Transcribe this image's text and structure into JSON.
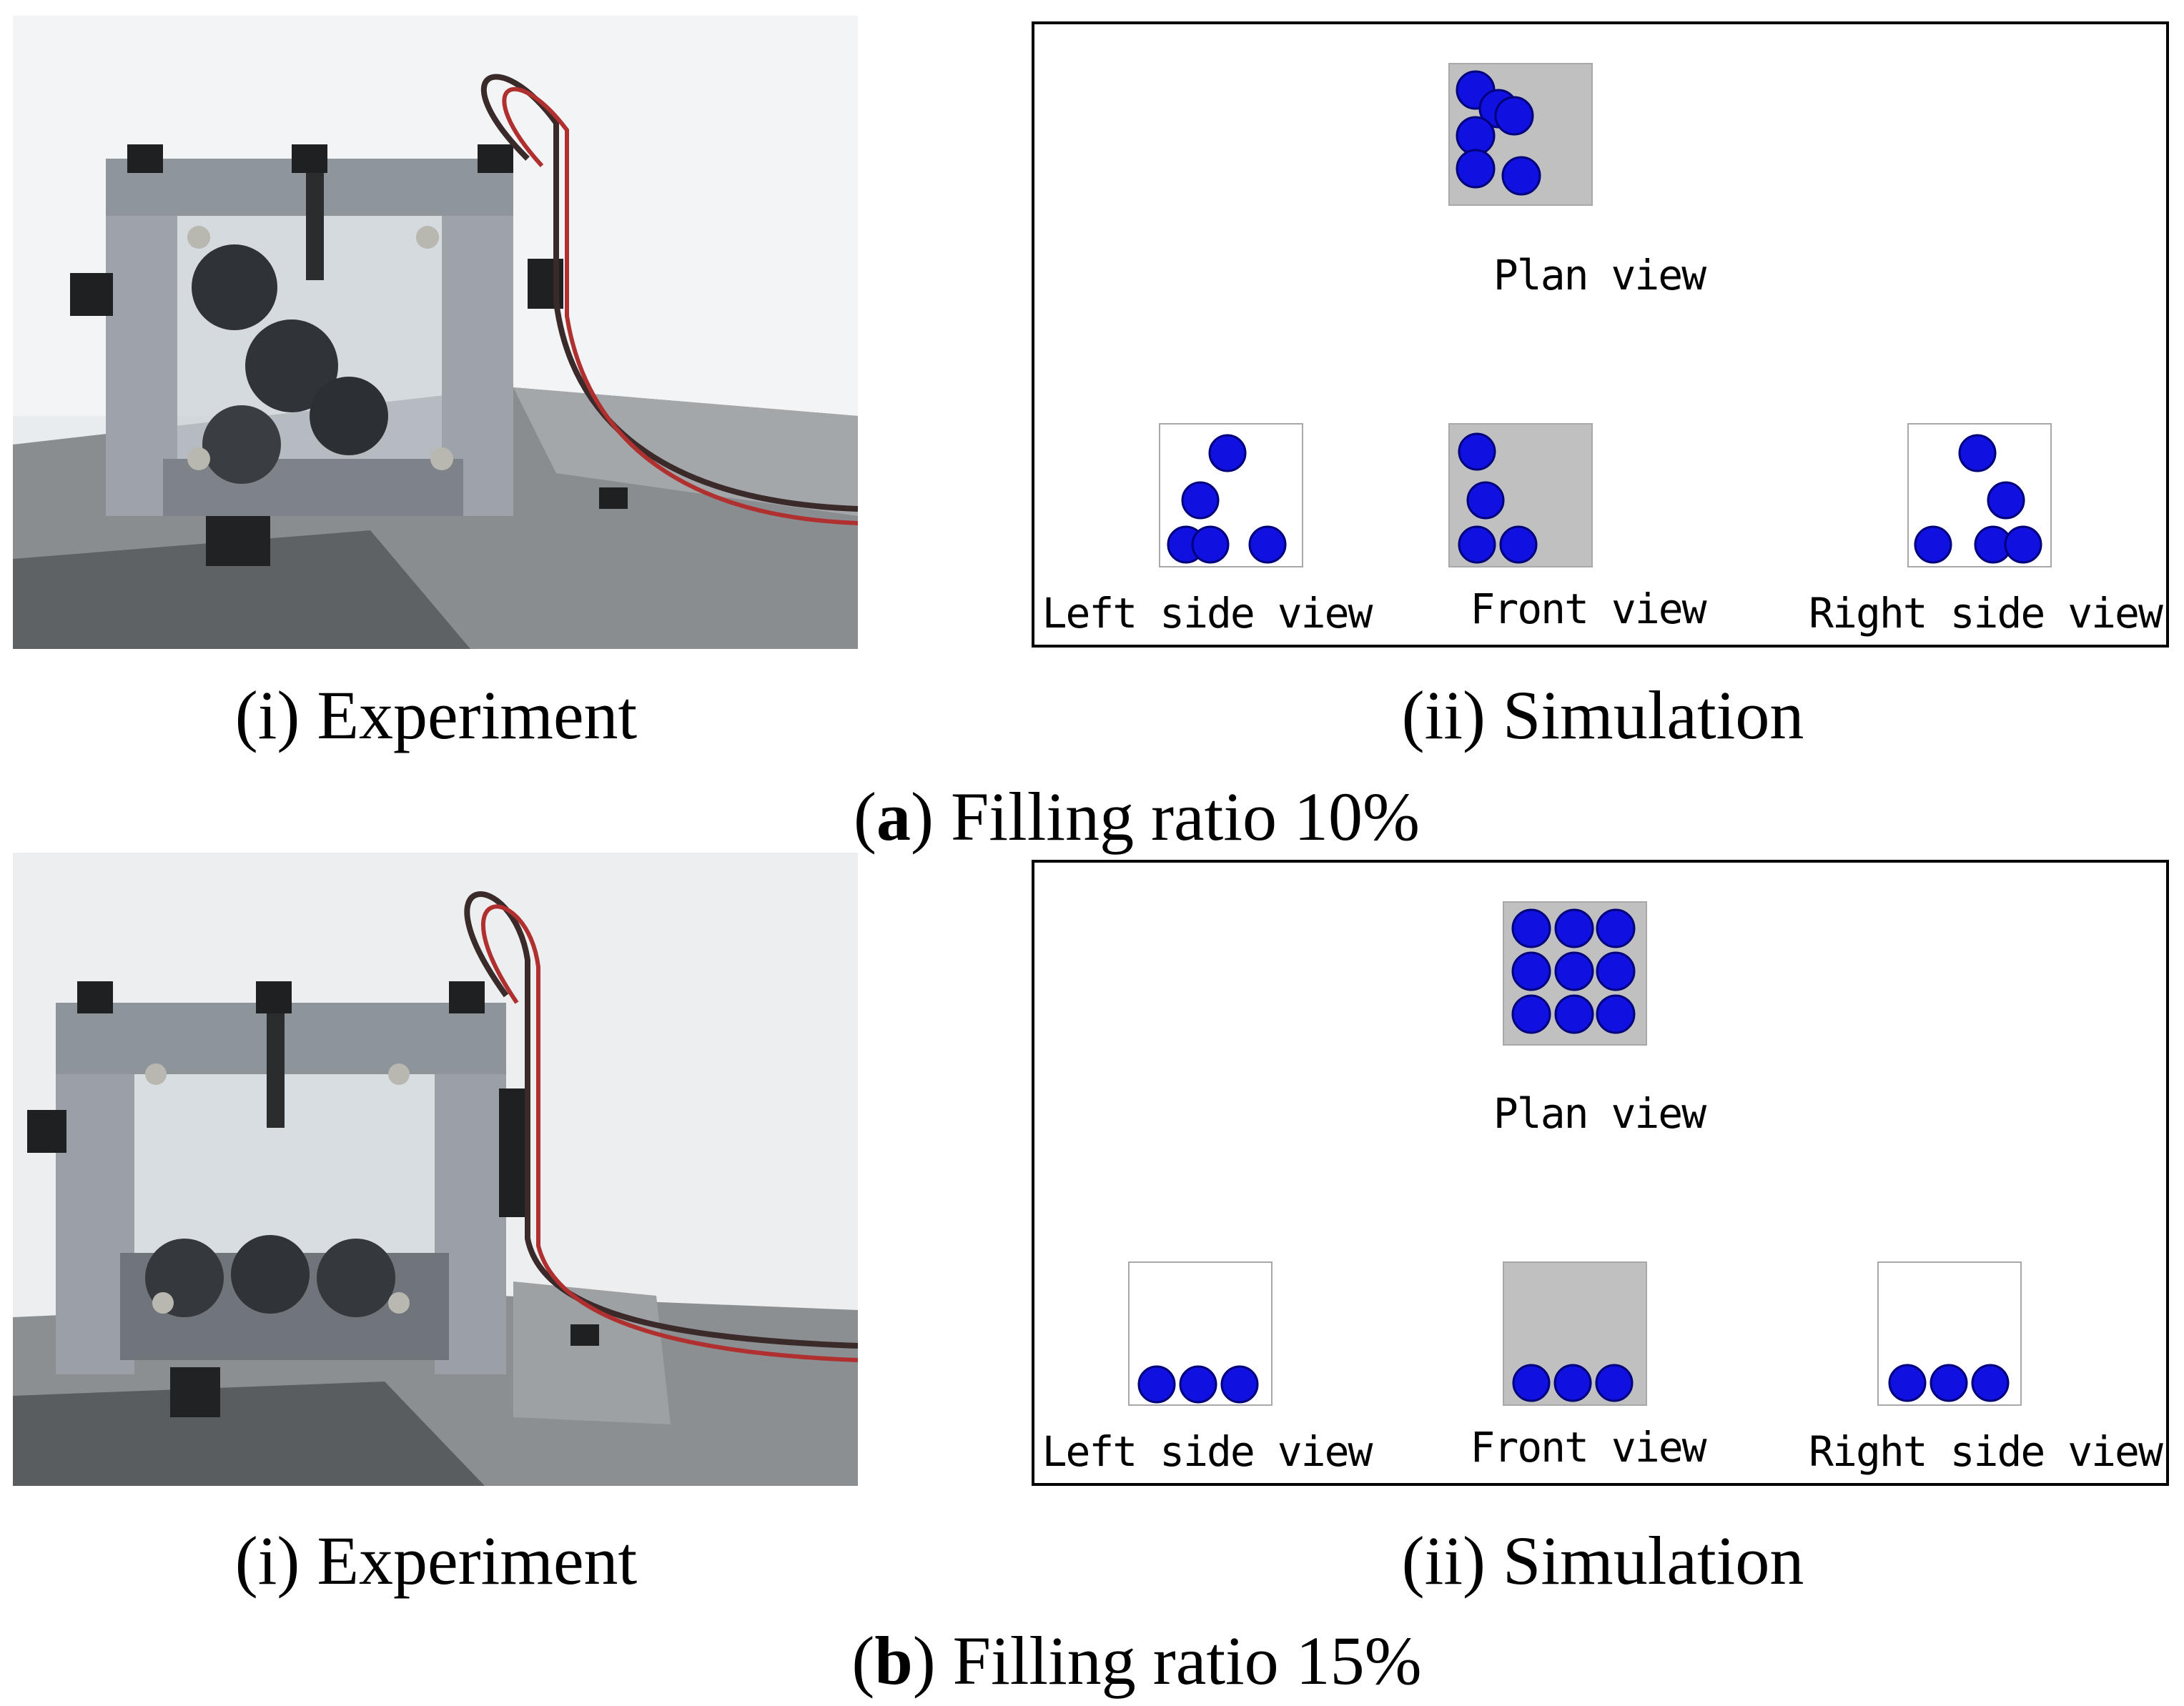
{
  "panels": [
    {
      "sub_experiment": "(i) Experiment",
      "sub_simulation": "(ii) Simulation",
      "letter": "a",
      "caption_rest": ") Filling ratio 10%",
      "views": {
        "plan": "Plan view",
        "left": "Left side view",
        "front": "Front view",
        "right": "Right side view"
      }
    },
    {
      "sub_experiment": "(i) Experiment",
      "sub_simulation": "(ii) Simulation",
      "letter": "b",
      "caption_rest": ") Filling ratio 15%",
      "views": {
        "plan": "Plan view",
        "left": "Left side view",
        "front": "Front view",
        "right": "Right side view"
      }
    }
  ],
  "colors": {
    "ball": "#1010e0",
    "ball_edge": "#00007a",
    "gray_box": "#c0c0c0",
    "box_edge": "#a8a8a8"
  }
}
